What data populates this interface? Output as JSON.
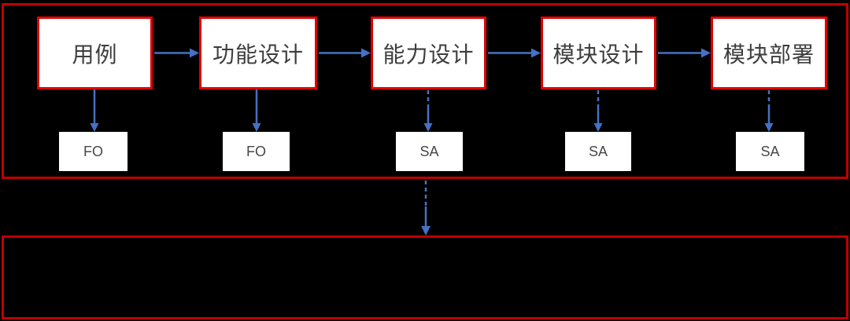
{
  "diagram": {
    "flow": {
      "stages": [
        {
          "label": "用例",
          "tag": "FO"
        },
        {
          "label": "功能设计",
          "tag": "FO"
        },
        {
          "label": "能力设计",
          "tag": "SA"
        },
        {
          "label": "模块设计",
          "tag": "SA"
        },
        {
          "label": "模块部署",
          "tag": "SA"
        }
      ],
      "horizontal_arrows": [
        {
          "from": "用例",
          "to": "功能设计",
          "style": "solid"
        },
        {
          "from": "功能设计",
          "to": "能力设计",
          "style": "solid"
        },
        {
          "from": "能力设计",
          "to": "模块设计",
          "style": "solid"
        },
        {
          "from": "模块设计",
          "to": "模块部署",
          "style": "solid"
        }
      ],
      "vertical_arrows": [
        {
          "from": "用例",
          "to": "FO",
          "style": "solid"
        },
        {
          "from": "功能设计",
          "to": "FO",
          "style": "solid"
        },
        {
          "from": "能力设计",
          "to": "SA",
          "style": "dashed-solid"
        },
        {
          "from": "模块设计",
          "to": "SA",
          "style": "dashed-solid"
        },
        {
          "from": "模块部署",
          "to": "SA",
          "style": "dashed-solid"
        }
      ],
      "section_connector": {
        "from": "top-flow-section",
        "to": "bottom-section",
        "style": "dashed-solid"
      }
    },
    "bottom_section": {
      "content": ""
    },
    "colors": {
      "background": "#000000",
      "section_border": "#c00000",
      "box_border": "#e00000",
      "box_fill": "#ffffff",
      "arrow": "#4472c4",
      "stage_text": "#3d3d3d",
      "tag_text": "#474747"
    }
  }
}
